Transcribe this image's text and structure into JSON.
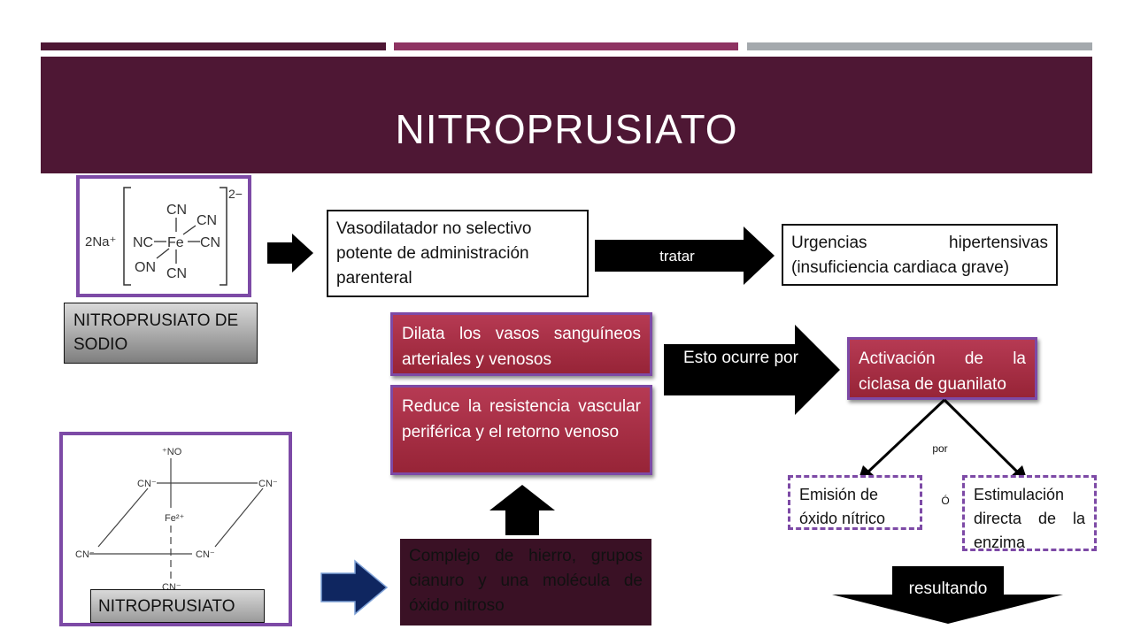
{
  "slide": {
    "title": "NITROPRUSIATO",
    "colors": {
      "banner": "#4e1734",
      "stripe_1": "#4e1734",
      "stripe_2": "#8e3362",
      "stripe_3": "#a4a9ad",
      "box_red": "#a82d44",
      "box_border_purple": "#7d4aa6",
      "navy_arrow": "#0f2660",
      "dark_box": "#3a1125"
    }
  },
  "structures": {
    "sodium": {
      "label": "NITROPRUSIATO DE SODIO",
      "sodium_ion": "2Na⁺",
      "iron": "Fe",
      "ligands": [
        "CN",
        "CN",
        "NC",
        "CN",
        "ON",
        "CN"
      ],
      "charge": "2−"
    },
    "ion": {
      "label": "NITROPRUSIATO",
      "nitrosyl": "⁺NO",
      "iron": "Fe²⁺",
      "ligands": [
        "CN⁻",
        "CN⁻",
        "CN⁻",
        "CN⁻",
        "CN⁻"
      ]
    }
  },
  "boxes": {
    "vasodilator": "Vasodilatador no selectivo potente de administración parenteral",
    "urgencias": "Urgencias hipertensivas (insuficiencia cardiaca grave)",
    "dilata": "Dilata los vasos sanguíneos arteriales y venosos",
    "reduce": "Reduce la resistencia vascular periférica y el retorno venoso",
    "activacion": "Activación de la ciclasa de guanilato",
    "emision": "Emisión de óxido nítrico",
    "estimulacion": "Estimulación directa de la enzima",
    "complejo": "Complejo de hierro, grupos cianuro y una molécula de óxido nitroso"
  },
  "arrows": {
    "tratar": "tratar",
    "esto_ocurre": "Esto ocurre por",
    "por": "por",
    "o": "Ó",
    "resultando": "resultando"
  }
}
